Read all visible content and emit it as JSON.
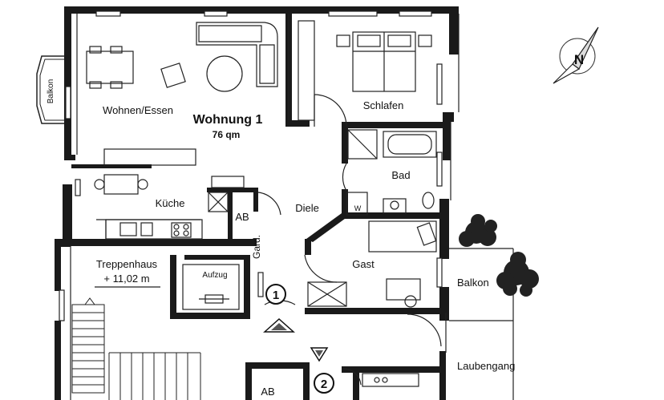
{
  "plan": {
    "title": "Wohnung 1",
    "area": "76 qm",
    "rooms": {
      "living": "Wohnen/Essen",
      "bedroom": "Schlafen",
      "bath": "Bad",
      "kitchen": "Küche",
      "storage": "AB",
      "hall": "Diele",
      "wardrobe": "Gard.",
      "guest": "Gast",
      "wc": "W",
      "stairwell": "Treppenhaus",
      "elevation": "+ 11,02 m",
      "elevator": "Aufzug",
      "balcony_left": "Balkon",
      "balcony_right": "Balkon",
      "walkway": "Laubengang",
      "storage_lower": "AB"
    },
    "markers": {
      "entrance_1": "1",
      "entrance_2": "2"
    },
    "compass": {
      "letter": "N"
    },
    "colors": {
      "wall": "#1a1a1a",
      "line": "#222222",
      "tree": "#222222",
      "background": "#ffffff"
    }
  }
}
